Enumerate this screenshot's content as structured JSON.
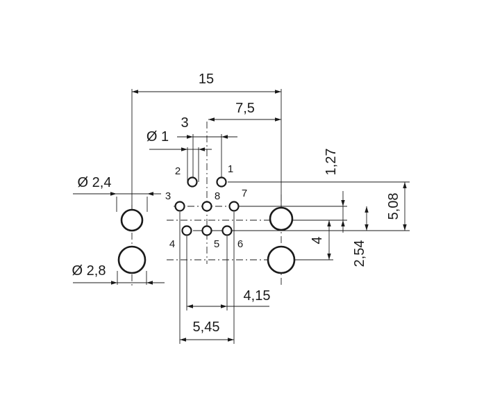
{
  "dimensions": {
    "overall_width": "15",
    "half_width": "7,5",
    "pin_pitch": "3",
    "pin_diameter": "Ø 1",
    "upper_hole_diameter": "Ø 2,4",
    "lower_hole_diameter": "Ø 2,8",
    "offset_top": "1,27",
    "height_total": "5,08",
    "hole_offset": "4",
    "half_height": "2,54",
    "inner_span": "4,15",
    "outer_span": "5,45"
  },
  "pins": [
    "1",
    "2",
    "3",
    "4",
    "5",
    "6",
    "7",
    "8"
  ]
}
